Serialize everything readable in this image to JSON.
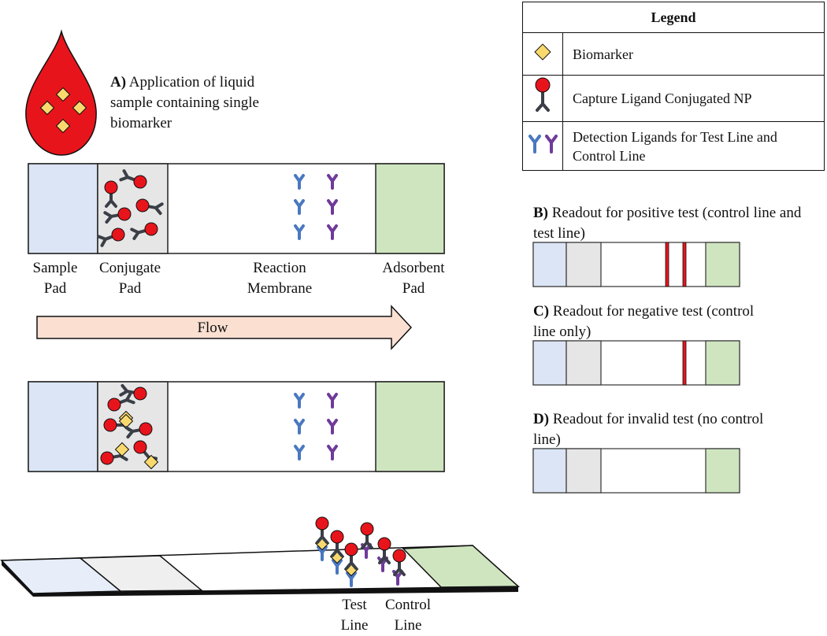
{
  "drop": {
    "heading_prefix": "A)",
    "heading_text": " Application of liquid sample containing single biomarker"
  },
  "strip_labels": {
    "sample_pad": "Sample Pad",
    "conjugate_pad": "Conjugate Pad",
    "reaction_membrane": "Reaction Membrane",
    "adsorbent_pad": "Adsorbent Pad"
  },
  "flow": {
    "label": "Flow"
  },
  "legend": {
    "title": "Legend",
    "items": [
      {
        "icon": "biomarker-diamond-icon",
        "label": "Biomarker"
      },
      {
        "icon": "capture-ligand-np-icon",
        "label": "Capture Ligand Conjugated NP"
      },
      {
        "icon": "detection-ligands-icon",
        "label": "Detection Ligands for Test Line and Control Line"
      }
    ]
  },
  "readouts": [
    {
      "prefix": "B)",
      "text": " Readout for positive test (control line and test line)",
      "lines": [
        "test",
        "control"
      ]
    },
    {
      "prefix": "C)",
      "text": " Readout for negative test (control line only)",
      "lines": [
        "control"
      ]
    },
    {
      "prefix": "D)",
      "text": " Readout for invalid test (no control line)",
      "lines": []
    }
  ],
  "perspective_labels": {
    "test_line": "Test Line",
    "control_line": "Control Line"
  },
  "colors": {
    "sample_pad": "#dbe5f5",
    "conjugate_pad": "#e6e6e6",
    "adsorbent_pad": "#cfe5c0",
    "nanoparticle": "#e8141c",
    "biomarker": "#f9d96e",
    "test_ligand": "#4a78c0",
    "control_ligand": "#6f3a9a",
    "capture_ligand": "#3a3f47",
    "flow_arrow": "#fbe0d2",
    "drop": "#e8141c",
    "readout_line": "#e8141c"
  }
}
